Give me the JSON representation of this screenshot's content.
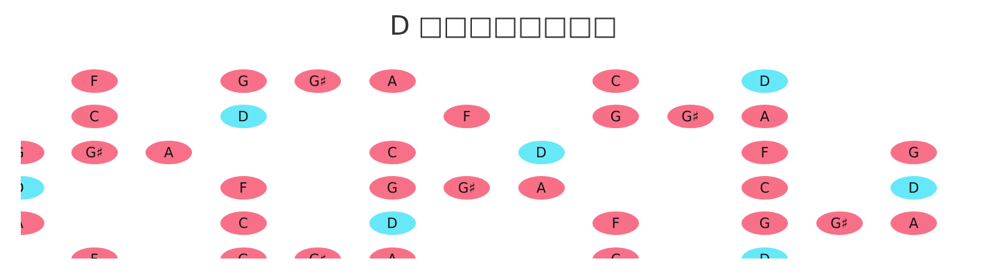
{
  "title": "D □□□□□□□□",
  "colors": {
    "note": "#f87088",
    "root": "#66e8f8"
  },
  "open_strings": [
    "G",
    "D",
    "A"
  ],
  "rows": [
    [
      {
        "fret": 1,
        "note": "F",
        "root": false
      },
      {
        "fret": 3,
        "note": "G",
        "root": false
      },
      {
        "fret": 4,
        "note": "G♯",
        "root": false
      },
      {
        "fret": 5,
        "note": "A",
        "root": false
      },
      {
        "fret": 8,
        "note": "C",
        "root": false
      },
      {
        "fret": 10,
        "note": "D",
        "root": true
      }
    ],
    [
      {
        "fret": 1,
        "note": "C",
        "root": false
      },
      {
        "fret": 3,
        "note": "D",
        "root": true
      },
      {
        "fret": 6,
        "note": "F",
        "root": false
      },
      {
        "fret": 8,
        "note": "G",
        "root": false
      },
      {
        "fret": 9,
        "note": "G♯",
        "root": false
      },
      {
        "fret": 10,
        "note": "A",
        "root": false
      }
    ],
    [
      {
        "fret": 0,
        "note": "G",
        "root": false
      },
      {
        "fret": 1,
        "note": "G♯",
        "root": false
      },
      {
        "fret": 2,
        "note": "A",
        "root": false
      },
      {
        "fret": 5,
        "note": "C",
        "root": false
      },
      {
        "fret": 7,
        "note": "D",
        "root": true
      },
      {
        "fret": 10,
        "note": "F",
        "root": false
      },
      {
        "fret": 12,
        "note": "G",
        "root": false
      }
    ],
    [
      {
        "fret": 0,
        "note": "D",
        "root": true
      },
      {
        "fret": 3,
        "note": "F",
        "root": false
      },
      {
        "fret": 5,
        "note": "G",
        "root": false
      },
      {
        "fret": 6,
        "note": "G♯",
        "root": false
      },
      {
        "fret": 7,
        "note": "A",
        "root": false
      },
      {
        "fret": 10,
        "note": "C",
        "root": false
      },
      {
        "fret": 12,
        "note": "D",
        "root": true
      }
    ],
    [
      {
        "fret": 0,
        "note": "A",
        "root": false
      },
      {
        "fret": 3,
        "note": "C",
        "root": false
      },
      {
        "fret": 5,
        "note": "D",
        "root": true
      },
      {
        "fret": 8,
        "note": "F",
        "root": false
      },
      {
        "fret": 10,
        "note": "G",
        "root": false
      },
      {
        "fret": 11,
        "note": "G♯",
        "root": false
      },
      {
        "fret": 12,
        "note": "A",
        "root": false
      }
    ],
    [
      {
        "fret": 1,
        "note": "F",
        "root": false
      },
      {
        "fret": 3,
        "note": "G",
        "root": false
      },
      {
        "fret": 4,
        "note": "G♯",
        "root": false
      },
      {
        "fret": 5,
        "note": "A",
        "root": false
      },
      {
        "fret": 8,
        "note": "C",
        "root": false
      },
      {
        "fret": 10,
        "note": "D",
        "root": true
      }
    ]
  ]
}
